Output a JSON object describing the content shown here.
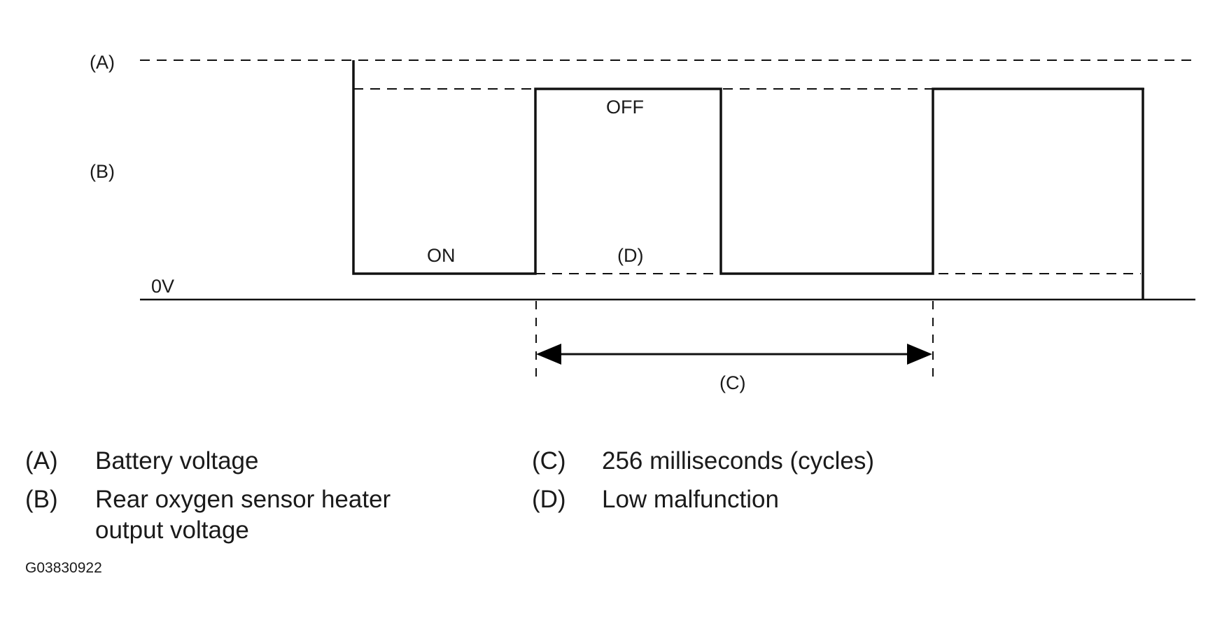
{
  "diagram": {
    "labels": {
      "level_a": "(A)",
      "level_b": "(B)",
      "zero_volt": "0V",
      "on_state": "ON",
      "off_state": "OFF",
      "marker_d": "(D)",
      "marker_c": "(C)"
    }
  },
  "legend": {
    "items": [
      {
        "key": "(A)",
        "text": "Battery voltage"
      },
      {
        "key": "(B)",
        "text": "Rear oxygen sensor heater output voltage"
      },
      {
        "key": "(C)",
        "text": "256 milliseconds (cycles)"
      },
      {
        "key": "(D)",
        "text": "Low malfunction"
      }
    ]
  },
  "figure_id": "G03830922"
}
